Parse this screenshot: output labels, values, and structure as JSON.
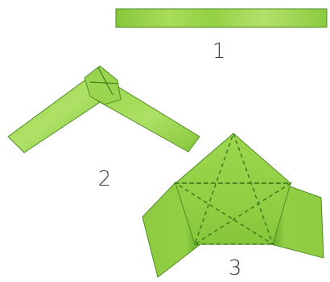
{
  "steps": [
    {
      "label": "1"
    },
    {
      "label": "2"
    },
    {
      "label": "3"
    }
  ],
  "colors": {
    "strip_light": "#a9dc5a",
    "strip_mid": "#8fcc3f",
    "strip_dark": "#5fa629",
    "outline": "#4f8e23",
    "fold_line": "#3e7d1c",
    "label": "#3a3a3a"
  }
}
